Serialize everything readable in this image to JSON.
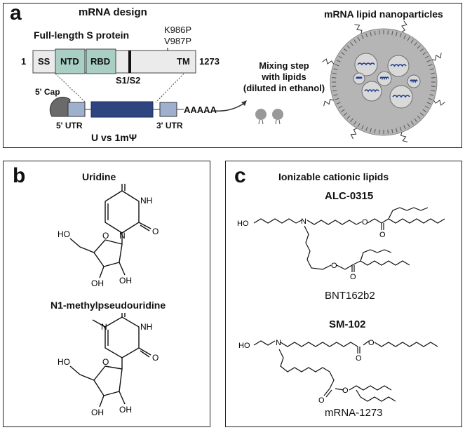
{
  "panel_a": {
    "label": "a",
    "design_title": "mRNA design",
    "protein_title": "Full-length S protein",
    "mut1": "K986P",
    "mut2": "V987P",
    "start": "1",
    "end": "1273",
    "domains": [
      "SS",
      "NTD",
      "RBD",
      "TM"
    ],
    "cleavage": "S1/S2",
    "cap": "5' Cap",
    "utr5": "5' UTR",
    "utr3": "3' UTR",
    "polya": "AAAAA",
    "nucleoside": "U vs 1mΨ",
    "mixing_1": "Mixing step",
    "mixing_2": "with lipids",
    "mixing_3": "(diluted in ethanol)",
    "lnp_title": "mRNA lipid nanoparticles"
  },
  "panel_b": {
    "label": "b",
    "uridine_title": "Uridine",
    "m1psi_title": "N1-methylpseudouridine",
    "atoms": {
      "O": "O",
      "HO": "HO",
      "OH": "OH",
      "NH": "NH",
      "N": "N"
    }
  },
  "panel_c": {
    "label": "c",
    "title": "Ionizable cationic lipids",
    "lipid1_name": "ALC-0315",
    "lipid1_vaccine": "BNT162b2",
    "lipid2_name": "SM-102",
    "lipid2_vaccine": "mRNA-1273",
    "atoms": {
      "HO": "HO",
      "N": "N",
      "O": "O"
    }
  },
  "colors": {
    "ntd_rbd": "#a9cfc5",
    "protein_bar": "#ebebeb",
    "cds": "#2e4580",
    "utr": "#9fb0cf",
    "lnp": "#b5b5b5",
    "mrna_strand": "#1f3e8a"
  }
}
